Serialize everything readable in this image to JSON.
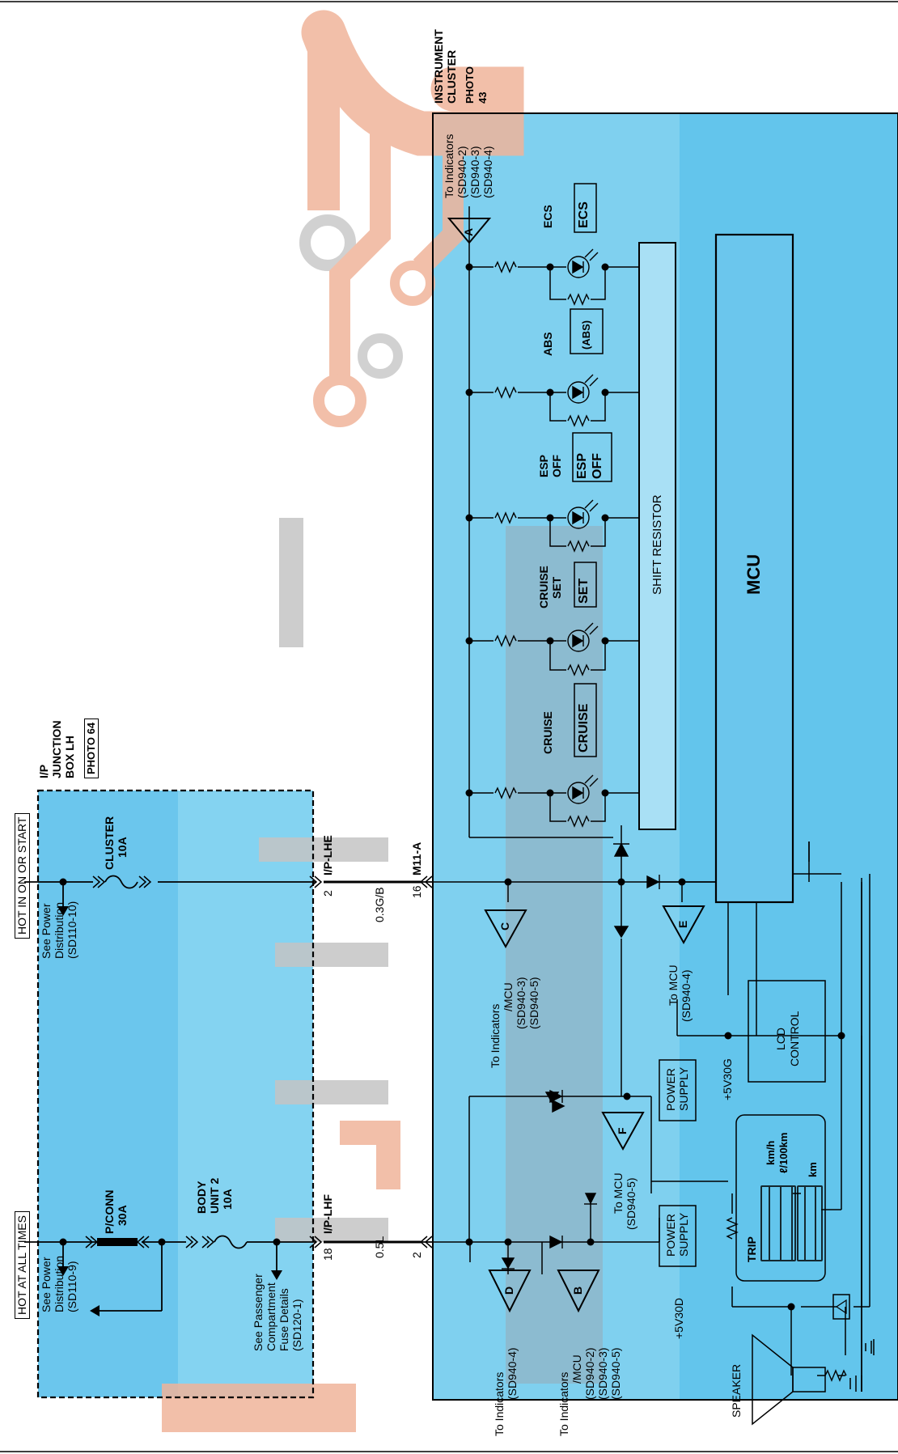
{
  "power": {
    "hot_all_times": "HOT AT ALL TIMES",
    "hot_in_on": "HOT IN ON OR START"
  },
  "junction_box": {
    "title_1": "I/P",
    "title_2": "JUNCTION",
    "title_3": "BOX LH",
    "photo": "PHOTO 64"
  },
  "cluster_box": {
    "title_1": "INSTRUMENT",
    "title_2": "CLUSTER",
    "photo_1": "PHOTO",
    "photo_2": "43"
  },
  "refs": {
    "pd1_a": "See Power",
    "pd1_b": "Distribution",
    "pd1_c": "(SD110-9)",
    "pd2_a": "See Power",
    "pd2_b": "Distribution",
    "pd2_c": "(SD110-10)",
    "pass_a": "See Passenger",
    "pass_b": "Compartment",
    "pass_c": "Fuse Details",
    "pass_d": "(SD120-1)"
  },
  "fuses": {
    "pconn_a": "P/CONN",
    "pconn_b": "30A",
    "body_a": "BODY",
    "body_b": "UNIT 2",
    "body_c": "10A",
    "cluster_a": "CLUSTER",
    "cluster_b": "10A"
  },
  "connectors": {
    "iplhf": "I/P-LHF",
    "iplhe": "I/P-LHE",
    "m11a": "M11-A",
    "pin18": "18",
    "pin2a": "2",
    "pin16": "16",
    "pin2b": "2"
  },
  "wires": {
    "w1": "0.5L",
    "w2": "0.3G/B"
  },
  "triangles": {
    "A": "A",
    "B": "B",
    "C": "C",
    "D": "D",
    "E": "E",
    "F": "F"
  },
  "tri_refs": {
    "a_1": "To Indicators",
    "a_2": "(SD940-2)",
    "a_3": "(SD940-3)",
    "a_4": "(SD940-4)",
    "b_1": "To Indicators",
    "b_2": "/MCU",
    "b_3": "(SD940-2)",
    "b_4": "(SD940-3)",
    "b_5": "(SD940-5)",
    "c_1": "To Indicators",
    "c_2": "/MCU",
    "c_3": "(SD940-3)",
    "c_4": "(SD940-5)",
    "d_1": "To Indicators",
    "d_2": "(SD940-4)",
    "e_1": "To MCU",
    "e_2": "(SD940-4)",
    "f_1": "To MCU",
    "f_2": "(SD940-5)"
  },
  "indicators": {
    "ecs": "ECS",
    "abs_1": "ABS",
    "abs_sym": "(ABS)",
    "esp_1": "ESP",
    "esp_2": "OFF",
    "esp_box1": "ESP",
    "esp_box2": "OFF",
    "cset_1": "CRUISE",
    "cset_2": "SET",
    "cset_box": "SET",
    "cruise": "CRUISE",
    "cruise_box": "CRUISE"
  },
  "blocks": {
    "shift": "SHIFT RESISTOR",
    "mcu": "MCU",
    "lcd_1": "LCD",
    "lcd_2": "CONTROL",
    "ps_1": "POWER",
    "ps_2": "SUPPLY",
    "ps2_1": "POWER",
    "ps2_2": "SUPPLY",
    "v30g": "+5V30G",
    "v30d": "+5V30D",
    "speaker": "SPEAKER"
  },
  "lcd_display": {
    "trip": "TRIP",
    "km_h": "km/h",
    "per100": "ℓ/100km",
    "km": "km"
  },
  "colors": {
    "cluster_fill": "#7fd0ef",
    "cluster_fill_dark": "#63c5ec",
    "junction_fill": "#6bc6ed",
    "watermark_orange": "#f0b49a",
    "watermark_grey": "#c9c9c9"
  }
}
